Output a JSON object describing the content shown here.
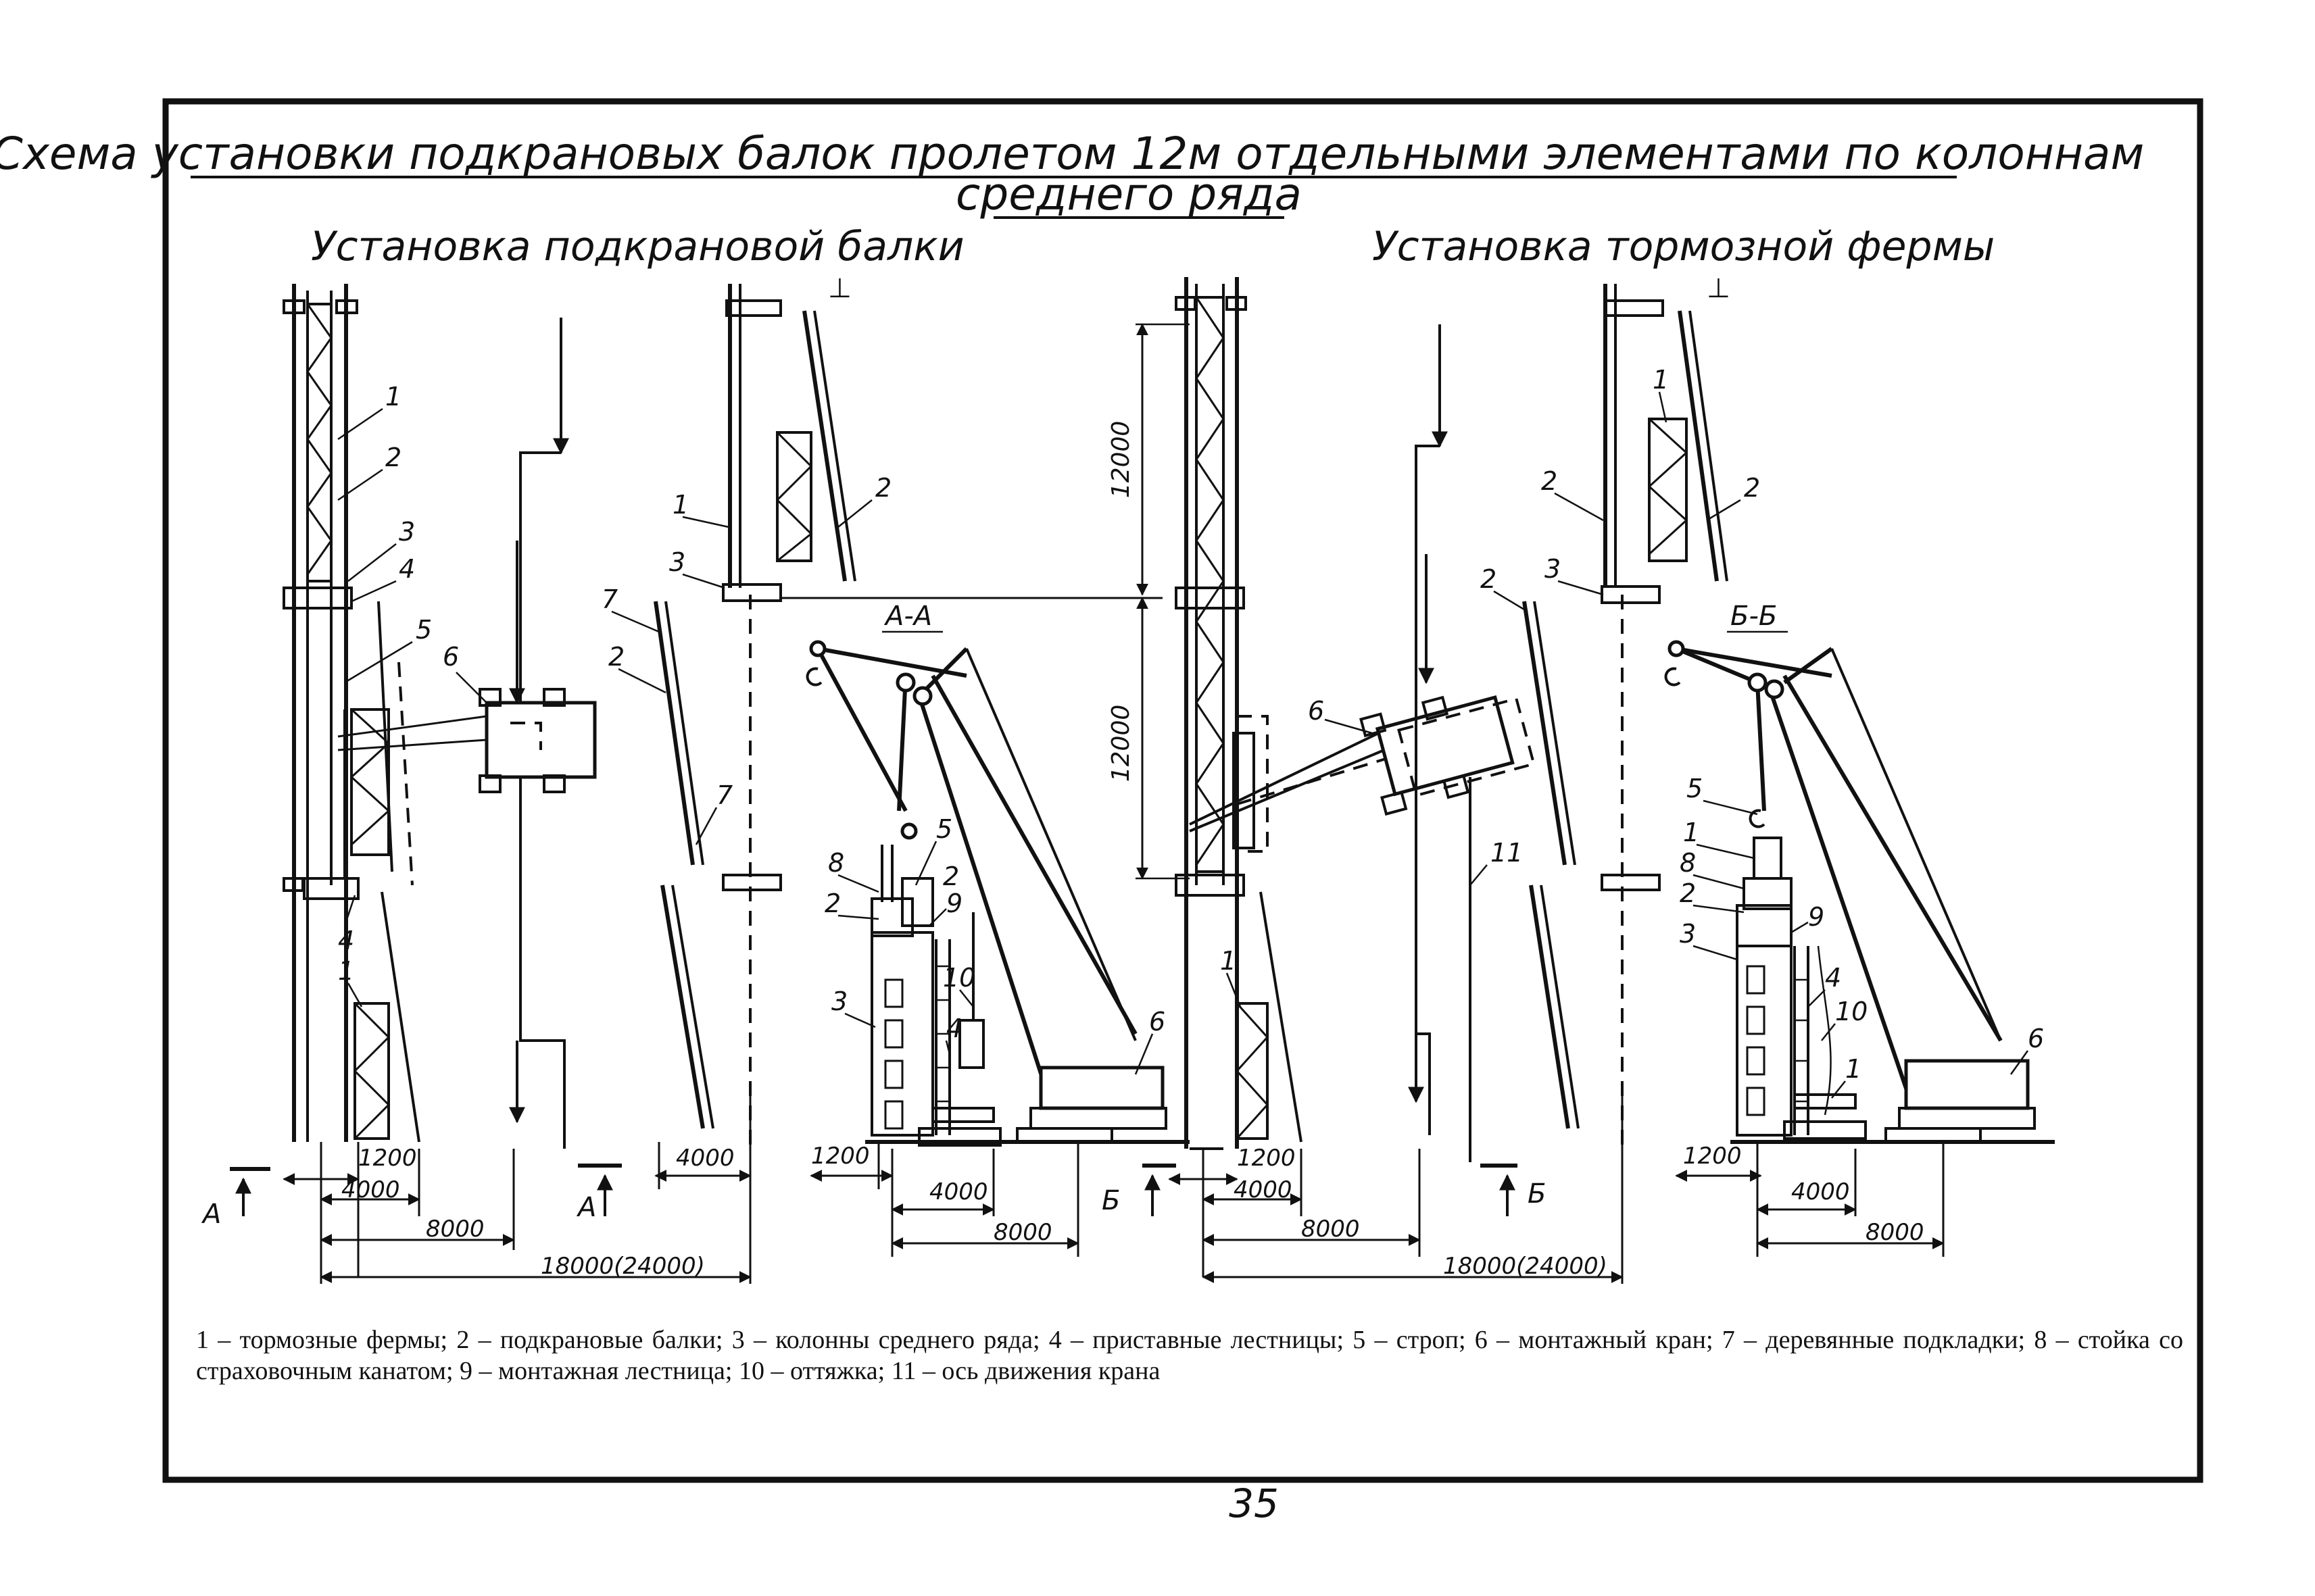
{
  "title_line1": "Схема установки подкрановых балок пролетом 12м отдельными элементами по колоннам",
  "title_line2": "среднего ряда",
  "subtitle_left": "Установка подкрановой балки",
  "subtitle_right": "Установка тормозной фермы",
  "section_aa": "А-А",
  "section_bb": "Б-Б",
  "marks": {
    "a": "А",
    "b": "Б"
  },
  "dims": {
    "d12000": "12000",
    "d1200": "1200",
    "d4000": "4000",
    "d8000": "8000",
    "d18000": "18000(24000)"
  },
  "callouts": {
    "c1": "1",
    "c2": "2",
    "c3": "3",
    "c4": "4",
    "c5": "5",
    "c6": "6",
    "c7": "7",
    "c8": "8",
    "c9": "9",
    "c10": "10",
    "c11": "11"
  },
  "legend_text": "1 – тормозные фермы; 2 – подкрановые балки; 3 – колонны среднего ряда; 4 – приставные лестницы; 5 – строп; 6 – монтажный кран; 7 – деревянные подкладки; 8 – стойка со страховочным канатом; 9 – монтажная лестница; 10 – оттяжка; 11 – ось движения крана",
  "page_number": "35"
}
